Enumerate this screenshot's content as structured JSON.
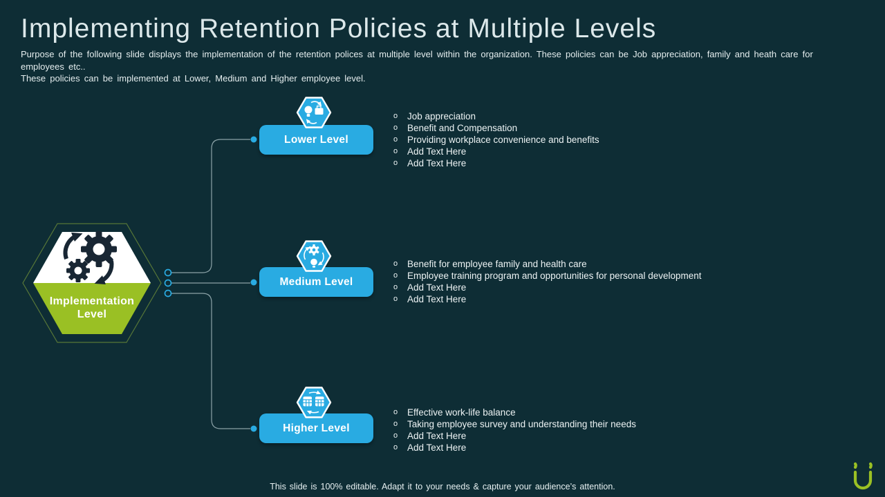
{
  "slide": {
    "title": "Implementing Retention Policies at Multiple Levels",
    "subtitle_line1": "Purpose of the following slide displays the implementation of the retention polices at multiple level within the organization. These policies can be Job appreciation, family and heath care for employees etc..",
    "subtitle_line2": "These policies can be implemented at Lower, Medium and Higher employee level.",
    "footer": "This slide is 100% editable. Adapt it to your needs & capture your audience’s attention."
  },
  "hexagon": {
    "label_line1": "Implementation",
    "label_line2": "Level",
    "icon": "process-gears-icon"
  },
  "levels": [
    {
      "label": "Lower Level",
      "icon": "bulb-briefcase-exchange-icon",
      "bullets": [
        "Job appreciation",
        "Benefit and Compensation",
        "Providing workplace convenience and benefits",
        "Add Text Here",
        "Add Text Here"
      ]
    },
    {
      "label": "Medium Level",
      "icon": "gear-bulb-cycle-icon",
      "bullets": [
        "Benefit for employee family and health care",
        "Employee training program and opportunities for personal development",
        "Add Text Here",
        "Add Text Here"
      ]
    },
    {
      "label": "Higher Level",
      "icon": "survey-exchange-icon",
      "bullets": [
        "Effective work-life balance",
        "Taking employee survey and understanding their needs",
        "Add Text Here",
        "Add Text Here"
      ]
    }
  ],
  "colors": {
    "background": "#0e2d35",
    "accent_blue": "#29abe2",
    "accent_green": "#9ac024",
    "icon_dark": "#182633",
    "connector_line": "#9ab0b5",
    "text_light": "#e4edee"
  },
  "logo": {
    "name": "brand-logo"
  }
}
